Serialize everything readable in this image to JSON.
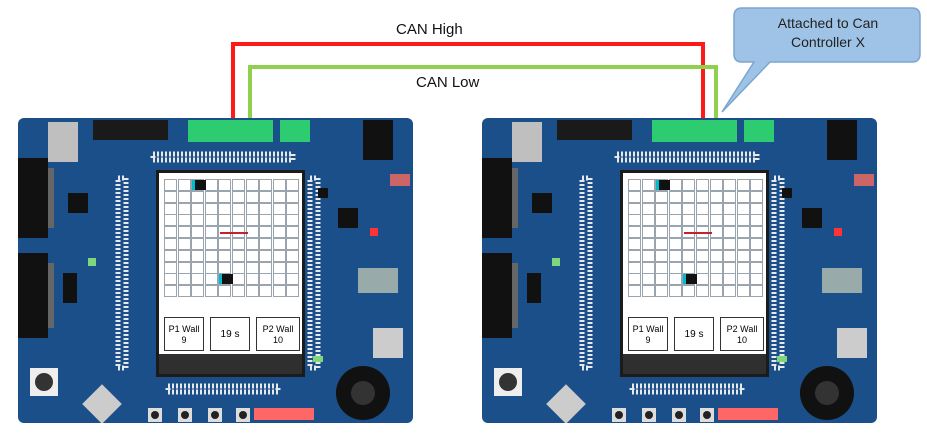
{
  "wires": {
    "high_label": "CAN High",
    "low_label": "CAN Low",
    "high_color": "#ff1a1a",
    "low_color": "#8fd14f"
  },
  "callout": {
    "text_line1": "Attached to Can",
    "text_line2": "Controller X",
    "fill": "#9ec3e6",
    "stroke": "#7aa6cf"
  },
  "colors": {
    "board": "#1b4f8a",
    "board_dark": "#133a66",
    "header_green": "#2ecc71"
  },
  "boards": [
    {
      "game": {
        "p1_label": "P1 Wall",
        "p1_value": "9",
        "time": "19 s",
        "p2_label": "P2 Wall",
        "p2_value": "10"
      }
    },
    {
      "game": {
        "p1_label": "P1 Wall",
        "p1_value": "9",
        "time": "19 s",
        "p2_label": "P2 Wall",
        "p2_value": "10"
      }
    }
  ]
}
